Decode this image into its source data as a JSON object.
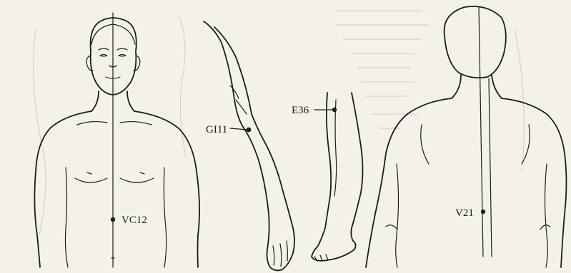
{
  "points": [
    {
      "id": "vc12",
      "label": "VC12"
    },
    {
      "id": "gi11",
      "label": "GI11"
    },
    {
      "id": "e36",
      "label": "E36"
    },
    {
      "id": "v21",
      "label": "V21"
    }
  ],
  "colors": {
    "background": "#f4f1ea",
    "ink": "#1c1c1c",
    "bleed_through": "#cfcac0"
  }
}
